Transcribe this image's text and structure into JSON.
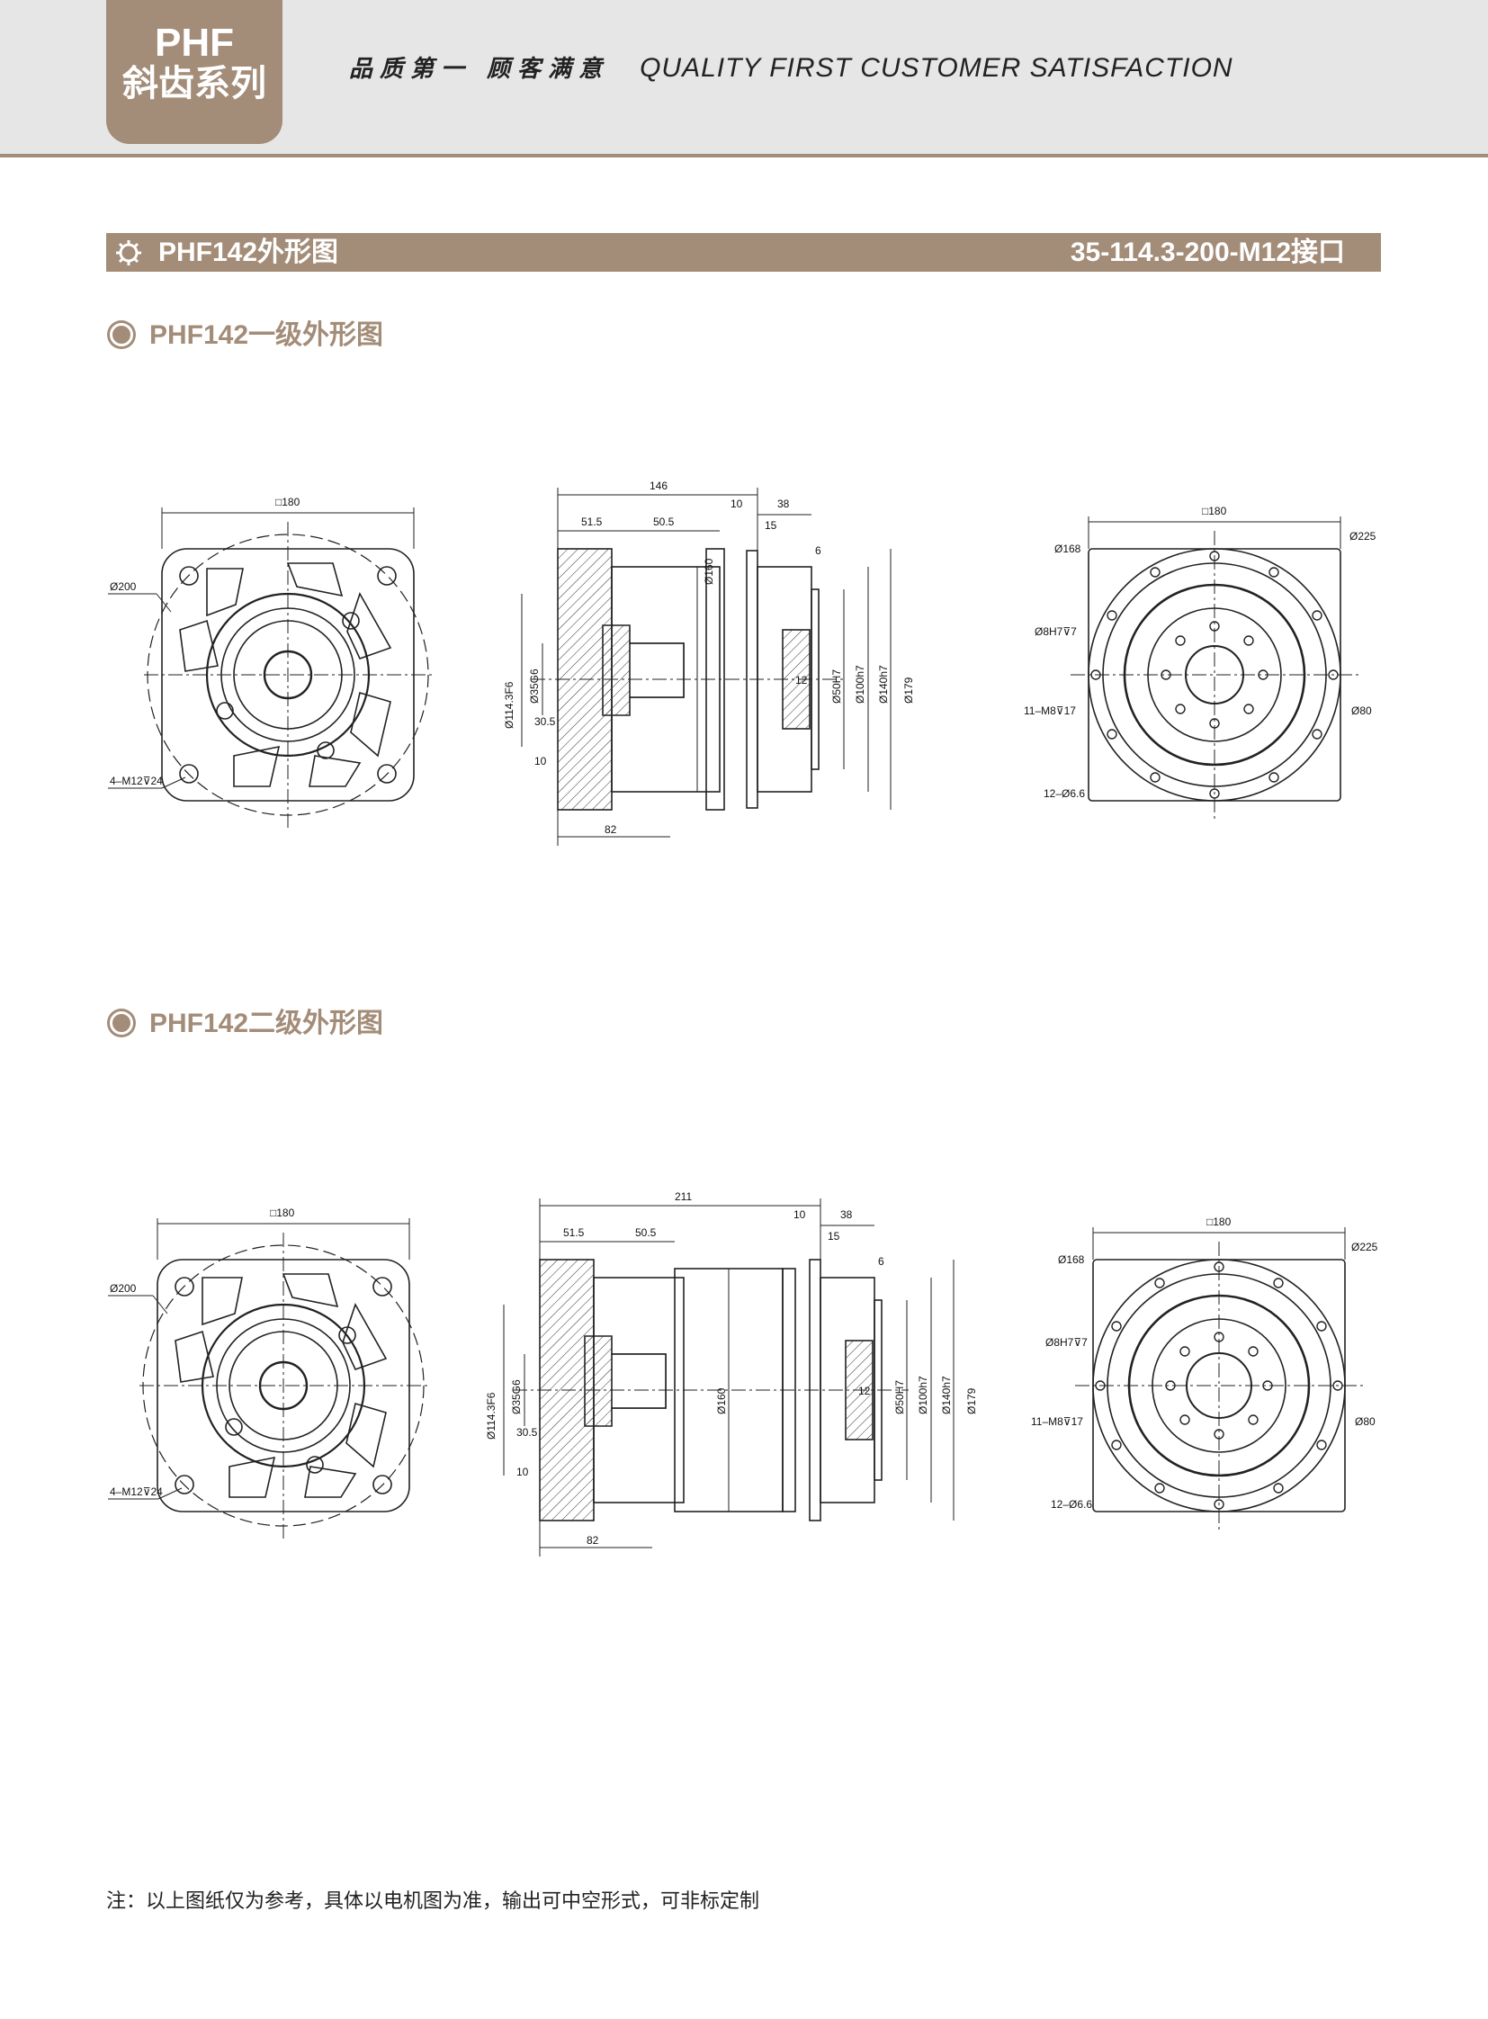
{
  "header": {
    "badge_line1": "PHF",
    "badge_line2": "斜齿系列",
    "slogan_cn": "品质第一 顾客满意",
    "slogan_en": "QUALITY FIRST  CUSTOMER SATISFACTION"
  },
  "section": {
    "title": "PHF142外形图",
    "interface": "35-114.3-200-M12接口"
  },
  "stage1": {
    "title": "PHF142一级外形图",
    "front": {
      "square": "□180",
      "circle": "Ø200",
      "thread": "4–M12⊽24"
    },
    "side": {
      "total": "146",
      "d1": "51.5",
      "d2": "50.5",
      "d3": "10",
      "d4": "38",
      "d5": "15",
      "d6": "6",
      "d7": "30.5",
      "d8": "10",
      "d9": "82",
      "d10": "12",
      "dia1": "Ø114.3F6",
      "dia2": "Ø35G6",
      "dia3": "Ø160",
      "dia4": "Ø50H7",
      "dia5": "Ø100h7",
      "dia6": "Ø140h7",
      "dia7": "Ø179"
    },
    "rear": {
      "square": "□180",
      "pcd": "Ø168",
      "outer": "Ø225",
      "pin": "Ø8H7⊽7",
      "thread": "11–M8⊽17",
      "inner": "Ø80",
      "holes": "12–Ø6.6"
    }
  },
  "stage2": {
    "title": "PHF142二级外形图",
    "front": {
      "square": "□180",
      "circle": "Ø200",
      "thread": "4–M12⊽24"
    },
    "side": {
      "total": "211",
      "d1": "51.5",
      "d2": "50.5",
      "d3": "10",
      "d4": "38",
      "d5": "15",
      "d6": "6",
      "d7": "30.5",
      "d8": "10",
      "d9": "82",
      "d10": "12",
      "dia1": "Ø114.3F6",
      "dia2": "Ø35G6",
      "dia3": "Ø160",
      "dia4": "Ø50H7",
      "dia5": "Ø100h7",
      "dia6": "Ø140h7",
      "dia7": "Ø179"
    },
    "rear": {
      "square": "□180",
      "pcd": "Ø168",
      "outer": "Ø225",
      "pin": "Ø8H7⊽7",
      "thread": "11–M8⊽17",
      "inner": "Ø80",
      "holes": "12–Ø6.6"
    }
  },
  "footer": {
    "note": "注：以上图纸仅为参考，具体以电机图为准，输出可中空形式，可非标定制"
  }
}
